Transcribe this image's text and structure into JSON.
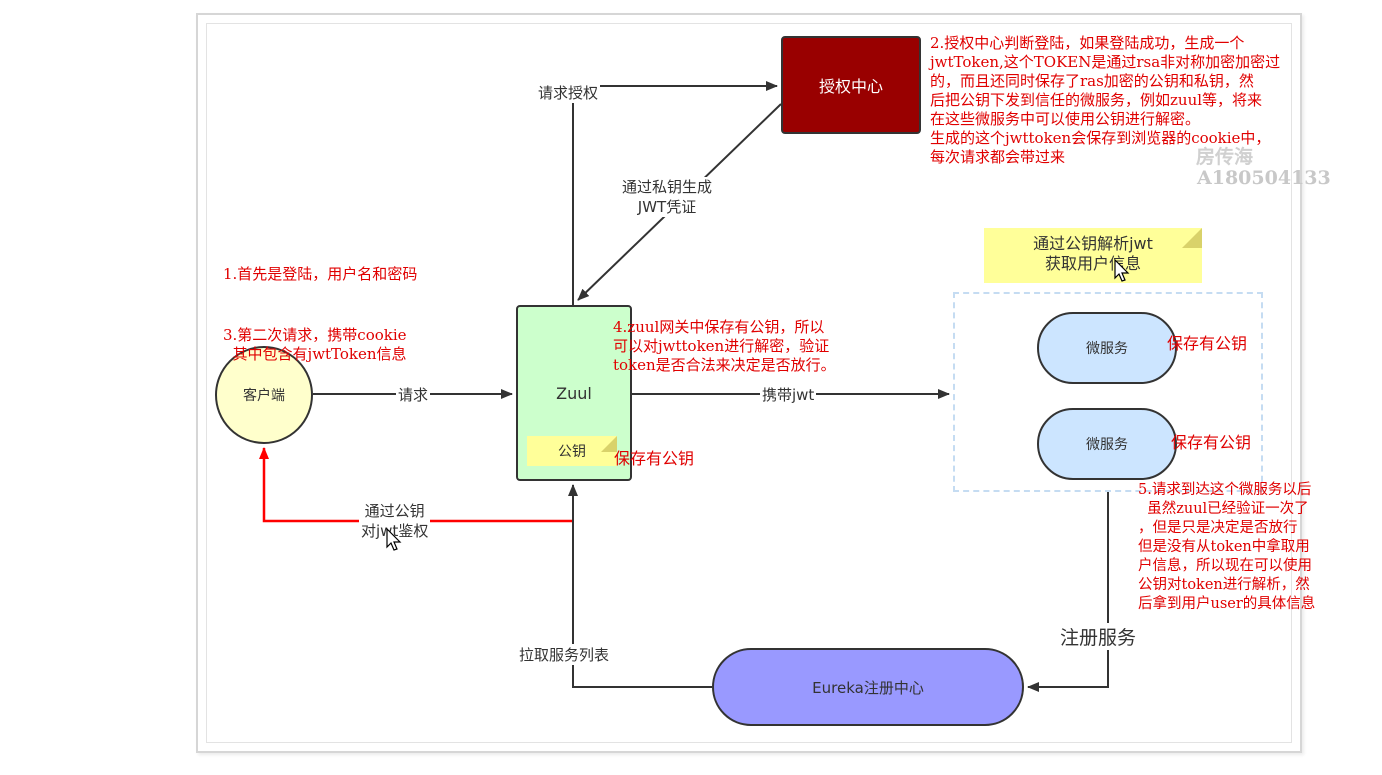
{
  "nodes": {
    "auth_center": "授权中心",
    "zuul": "Zuul",
    "client": "客户端",
    "microservice_1": "微服务",
    "microservice_2": "微服务",
    "eureka": "Eureka注册中心"
  },
  "notes": {
    "zuul_public_key": "公钥",
    "parse_jwt": "通过公钥解析jwt\n获取用户信息"
  },
  "edges": {
    "request_auth": "请求授权",
    "gen_jwt": "通过私钥生成\nJWT凭证",
    "request": "请求",
    "carry_jwt": "携带jwt",
    "pubkey_auth": "通过公钥\n对jwt鉴权",
    "pull_services": "拉取服务列表",
    "register_service": "注册服务"
  },
  "annotations": {
    "step1": "1.首先是登陆，用户名和密码",
    "step2": "2.授权中心判断登陆，如果登陆成功，生成一个\njwtToken,这个TOKEN是通过rsa非对称加密加密过\n的，而且还同时保存了ras加密的公钥和私钥，然\n后把公钥下发到信任的微服务，例如zuul等，将来\n在这些微服务中可以使用公钥进行解密。\n生成的这个jwttoken会保存到浏览器的cookie中，\n每次请求都会带过来",
    "step3": "3.第二次请求，携带cookie\n  其中包含有jwtToken信息",
    "step4": "4.zuul网关中保存有公钥，所以\n可以对jwttoken进行解密，验证\ntoken是否合法来决定是否放行。",
    "step5": "5.请求到达这个微服务以后\n  虽然zuul已经验证一次了\n，但是只是决定是否放行\n但是没有从token中拿取用\n户信息，所以现在可以使用\n公钥对token进行解析，然\n后拿到用户user的具体信息",
    "zuul_keeps_key": "保存有公钥",
    "ms1_keeps_key": "保存有公钥",
    "ms2_keeps_key": "保存有公钥"
  },
  "watermark": {
    "name": "房传海",
    "id": "A180504133"
  },
  "colors": {
    "auth_center": "#990000",
    "zuul": "#ccffcc",
    "client": "#ffffcc",
    "microservice": "#cce5ff",
    "eureka": "#9999ff",
    "note": "#ffff99",
    "annotation": "#e00000",
    "return_arrow": "#ff0000"
  }
}
